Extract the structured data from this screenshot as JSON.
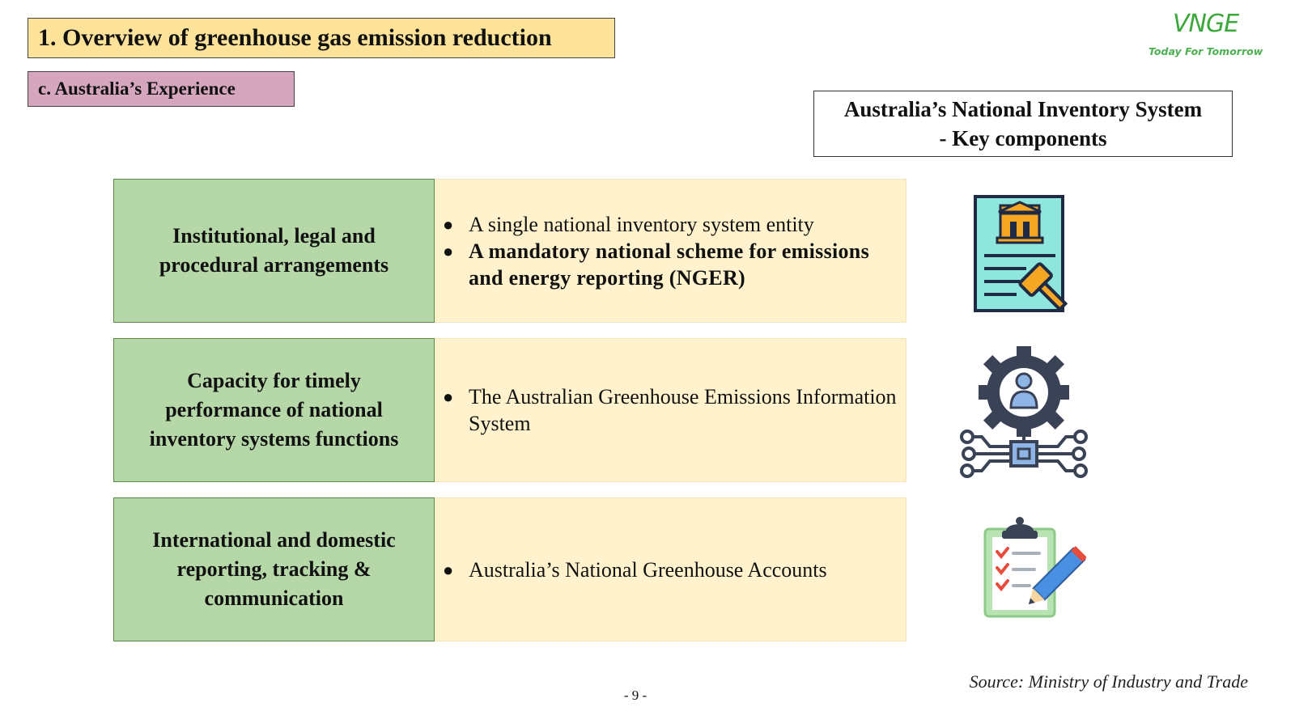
{
  "header": {
    "title": "1. Overview of greenhouse gas emission reduction",
    "subtitle": "c. Australia’s Experience"
  },
  "logo": {
    "brand": "VNGE",
    "tagline": "Today For Tomorrow"
  },
  "key_components": {
    "line1": "Australia’s National Inventory System",
    "line2": "- Key components"
  },
  "rows": [
    {
      "label": "Institutional, legal and procedural arrangements",
      "bullets": [
        "A single national inventory system entity",
        "A mandatory national scheme for emissions and energy reporting (NGER)"
      ],
      "icon": "legal-document-gavel-icon"
    },
    {
      "label": "Capacity for timely performance of national inventory systems functions",
      "bullets": [
        "The Australian Greenhouse Emissions Information System"
      ],
      "icon": "gear-network-person-icon"
    },
    {
      "label": "International and domestic reporting, tracking & communication",
      "bullets": [
        "Australia’s National Greenhouse Accounts"
      ],
      "icon": "clipboard-checklist-pencil-icon"
    }
  ],
  "footer": {
    "source": "Source: Ministry of Industry and Trade",
    "page": "- 9 -"
  },
  "colors": {
    "title_bg": "#fde29a",
    "subtitle_bg": "#d5a6bd",
    "label_bg": "#b6d7a8",
    "content_bg": "#fff2cc",
    "logo_green": "#3aa83a"
  }
}
